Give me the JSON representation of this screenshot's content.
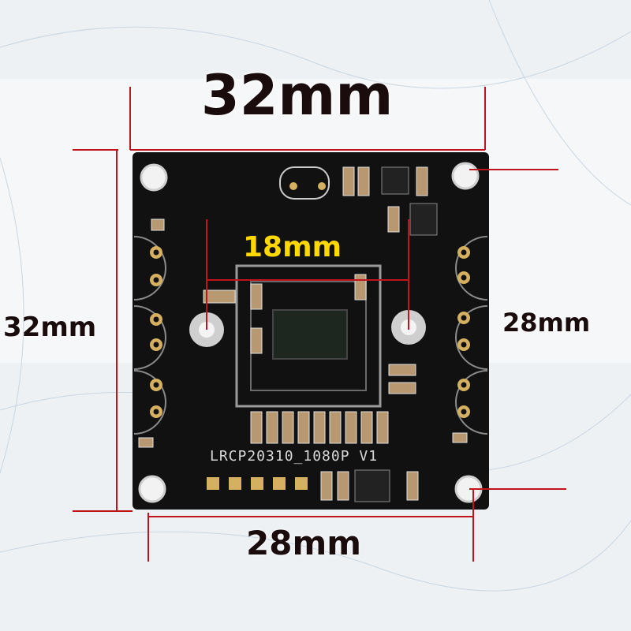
{
  "dimensions": {
    "top_width": "32mm",
    "left_height": "32mm",
    "bottom_hole_spacing": "28mm",
    "right_hole_spacing": "28mm",
    "lens_mount_spacing": "18mm"
  },
  "board": {
    "silkscreen_label": "LRCP20310_1080P V1",
    "pcb_color": "#111111",
    "dimension_line_color": "#c0141c",
    "inner_dimension_color": "#ffd800"
  }
}
